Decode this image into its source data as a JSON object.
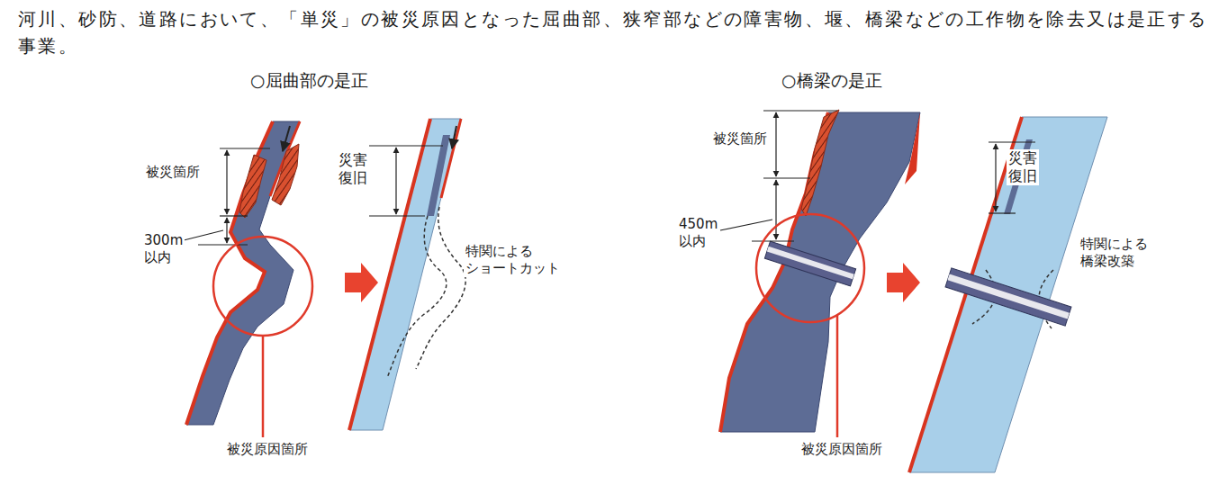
{
  "diagram": {
    "title": "河川、砂防、道路において、「単災」の被災原因となった屈曲部、狭窄部などの障害物、堰、橋梁などの工作物を除去又は是正する事業。",
    "labels": [
      "○屈曲部の是正",
      "被災箇所",
      "300m 以内",
      "災害 復旧",
      "特関による ショートカット",
      "被災原因箇所",
      "○橋梁の是正",
      "被災箇所",
      "450m 以内",
      "災害 復旧",
      "特関による 橋梁改築",
      "被災原因箇所"
    ]
  }
}
